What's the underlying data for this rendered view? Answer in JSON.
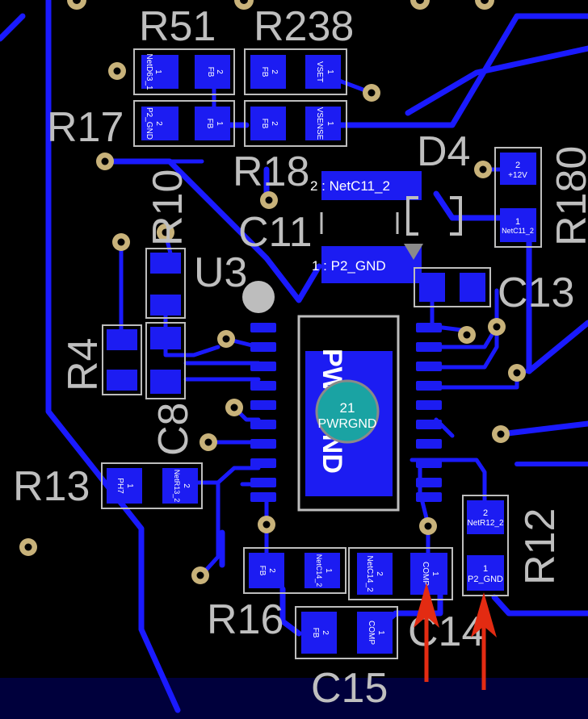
{
  "title": "",
  "colors": {
    "background": "#000000",
    "copper": "#1a1aff",
    "pad": "#1c1cf2",
    "silkscreen": "#bdbdbd",
    "via_ring": "#c8b27a",
    "thermal_pad": "#1aa3a3",
    "arrow": "#e32b12",
    "bottom_bar": "#00003c"
  },
  "components": {
    "R51": {
      "ref": "R51",
      "pad1": "1",
      "net1": "NetD63_1",
      "pad2": "2",
      "net2": "FB"
    },
    "R238": {
      "ref": "R238",
      "pad1": "1",
      "net1": "VSET",
      "pad2": "2",
      "net2": "FB"
    },
    "R17": {
      "ref": "R17",
      "pad1": "2",
      "net1": "P2_GND",
      "pad2": "1",
      "net2": "FB"
    },
    "R18": {
      "ref": "R18",
      "pad1": "2",
      "net1": "FB",
      "pad2": "1",
      "net2": "VSENSE"
    },
    "D4": {
      "ref": "D4"
    },
    "R180": {
      "ref": "R180",
      "pad1": "2",
      "net1": "+12V",
      "pad2": "1",
      "net2": "NetC11_2"
    },
    "C11": {
      "ref": "C11",
      "pad2_label": "2 : NetC11_2",
      "pad1_label": "1 : P2_GND"
    },
    "R10": {
      "ref": "R10"
    },
    "U3": {
      "ref": "U3",
      "thermal_silk": "PWRGND",
      "thermal_pad_num": "21",
      "thermal_pad_net": "PWRGND"
    },
    "C13": {
      "ref": "C13"
    },
    "R4": {
      "ref": "R4"
    },
    "C8": {
      "ref": "C8"
    },
    "R13": {
      "ref": "R13",
      "pad1": "1",
      "net1": "PH7",
      "pad2": "2",
      "net2": "NetR13_2"
    },
    "R12": {
      "ref": "R12",
      "pad2": "2",
      "net2": "NetR12_2",
      "pad1": "1",
      "net1": "P2_GND"
    },
    "R16": {
      "ref": "R16",
      "pad1": "2",
      "net1": "FB",
      "pad2": "1",
      "net2": "NetC14_2"
    },
    "C14": {
      "ref": "C14",
      "pad1": "2",
      "net1": "NetC14_2",
      "pad2": "1",
      "net2": "COMP"
    },
    "C15": {
      "ref": "C15",
      "pad1": "2",
      "net1": "FB",
      "pad2": "1",
      "net2": "COMP"
    }
  }
}
